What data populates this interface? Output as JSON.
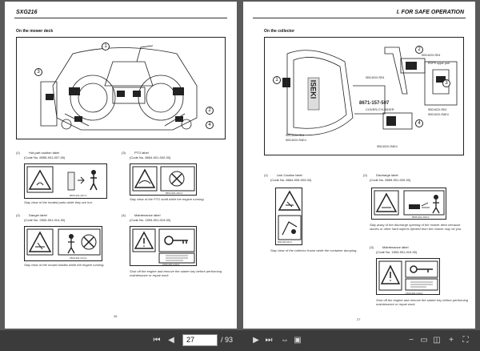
{
  "left_page": {
    "header": "SXG216",
    "section_title": "On the mower deck",
    "callouts": [
      "1",
      "2",
      "3",
      "4"
    ],
    "labels": [
      {
        "num": "(1)",
        "name": "Hot-part caution label",
        "code": "(Code No. 8555-901-007-00)",
        "caption": "Stay clear of the heated parts while they are hot.",
        "part": "8555-901-007-0"
      },
      {
        "num": "(2)",
        "name": "Danger label",
        "code": "(Code No. 2500-901-014-30)",
        "caption": "Stay clear of the mower blades while the engine running.",
        "part": "2500-901-014-3"
      },
      {
        "num": "(3)",
        "name": "PTO label",
        "code": "(Code No. 8654-901-002-00)",
        "caption": "Stay clear of the PTO shaft while the engine running.",
        "part": "8654-901-002-0"
      },
      {
        "num": "(4)",
        "name": "Maintenance label",
        "code": "(Code No. 1593-901-019-00)",
        "caption": "Shut off the engine and remove the starter key before performing maintenance or repair work.",
        "part": "1593-901-019-0"
      }
    ],
    "page_number": "26"
  },
  "right_page": {
    "header": "I. FOR SAFE OPERATION",
    "section_title": "On the collector",
    "diagram_text": {
      "brand": "ISEKI",
      "p1": "SBC402X-RE4",
      "p2": "SBC402X-RE4",
      "rops": "ROPS upper part",
      "p3": "SBC402X-RE4",
      "p4": "SBC402X-RAE4",
      "part_code": "8671-157-507",
      "cover": "COVER,CYLINDER",
      "p5": "SBC402X-RE4",
      "p6": "SBC402X-RAE4",
      "p7": "SBC402X-RAE4"
    },
    "callouts": [
      "1",
      "2",
      "3",
      "4"
    ],
    "labels": [
      {
        "num": "(1)",
        "name": "Link Caution label",
        "code": "(Code No. 8664-905-003-00)",
        "caption": "Stay clear of the collector frame while the container dumping.",
        "part": "8664-905-003-0"
      },
      {
        "num": "(2)",
        "name": "Discharge label",
        "code": "(Code No. 8555-901-009-00)",
        "caption": "Stay away of the discharge opening of the mower deck because stones or other hard objects ejected from the mower may hit you.",
        "part": "8555-901-009-0"
      },
      {
        "num": "(3)",
        "name": "Maintenance label",
        "code": "(Code No. 1593-901-019-00)",
        "caption": "Shut off the engine and remove the starter key before performing maintenance or repair work.",
        "part": "1593-901-019-0"
      }
    ],
    "page_number": "27"
  },
  "toolbar": {
    "current_page": "27",
    "total_pages": "/ 93"
  }
}
